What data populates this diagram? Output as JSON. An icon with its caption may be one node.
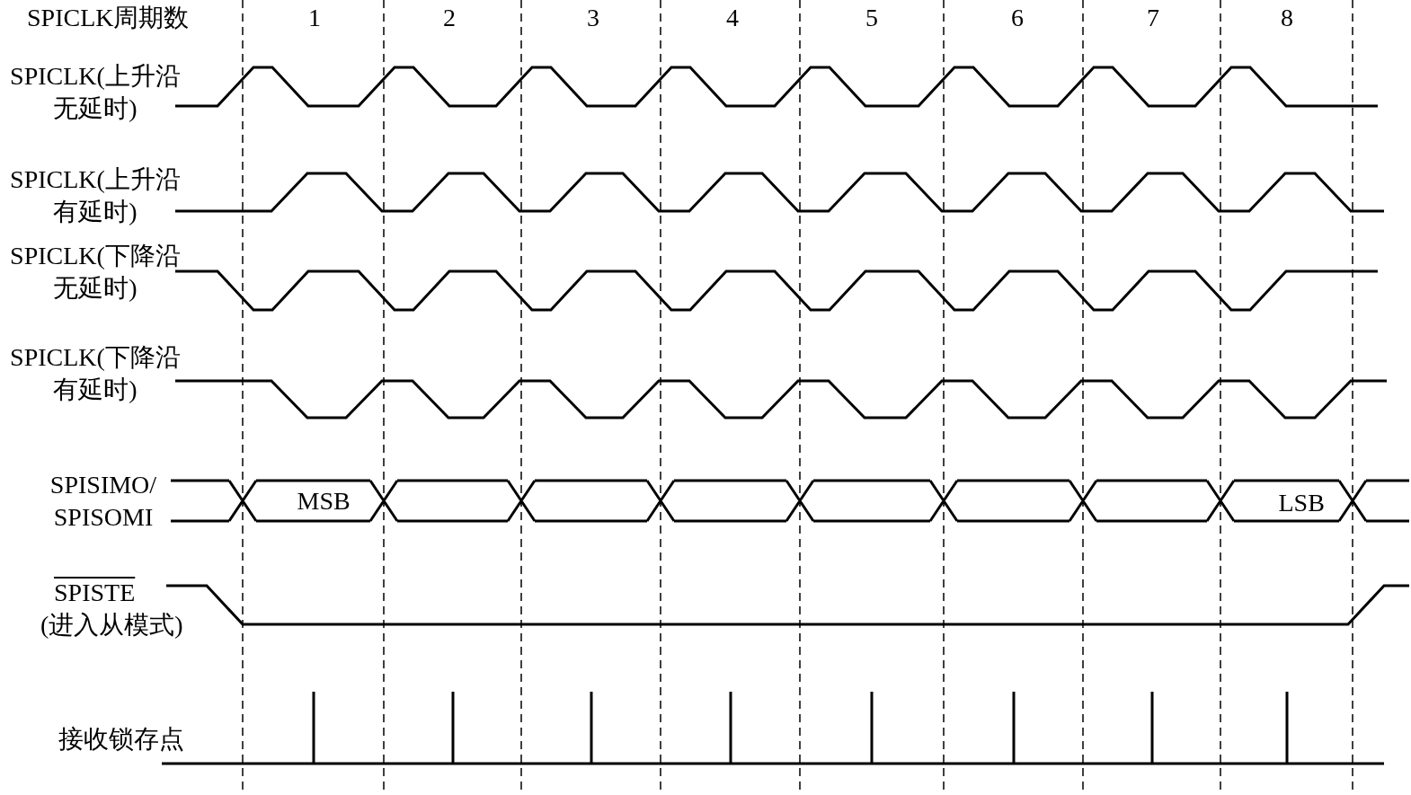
{
  "diagram": {
    "labels": [
      "SPICLK周期数",
      "1",
      "2",
      "3",
      "4",
      "5",
      "6",
      "7",
      "8",
      "SPICLK(上升沿无延时)",
      "SPICLK(上升沿有延时)",
      "SPICLK(下降沿无延时)",
      "SPICLK(下降沿有延时)",
      "SPISIMO/ SPISOMI",
      "MSB",
      "LSB",
      "SPISTE",
      "(进入从模式)",
      "接收锁存点"
    ]
  }
}
